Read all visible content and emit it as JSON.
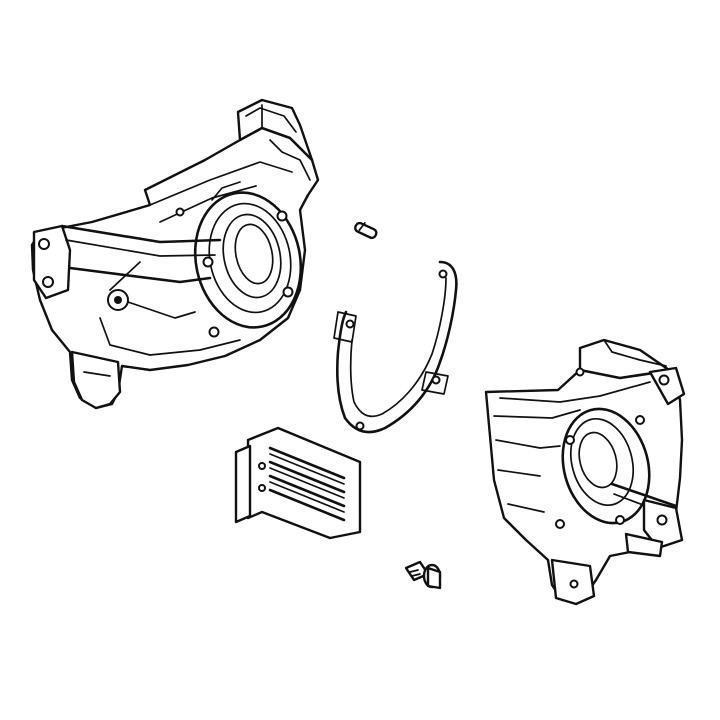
{
  "diagram": {
    "kind": "exploded-parts-view",
    "background": "#ffffff",
    "line_color": "#111111",
    "parts": [
      {
        "id": "left-crankcase-half",
        "icon": "crankcase-icon"
      },
      {
        "id": "dowel-pin",
        "icon": "pin-icon"
      },
      {
        "id": "crankcase-gasket",
        "icon": "gasket-icon"
      },
      {
        "id": "deflector-plate",
        "icon": "plate-icon"
      },
      {
        "id": "flange-bolt",
        "icon": "bolt-icon"
      },
      {
        "id": "right-crankcase-half",
        "icon": "crankcase-icon"
      }
    ]
  }
}
